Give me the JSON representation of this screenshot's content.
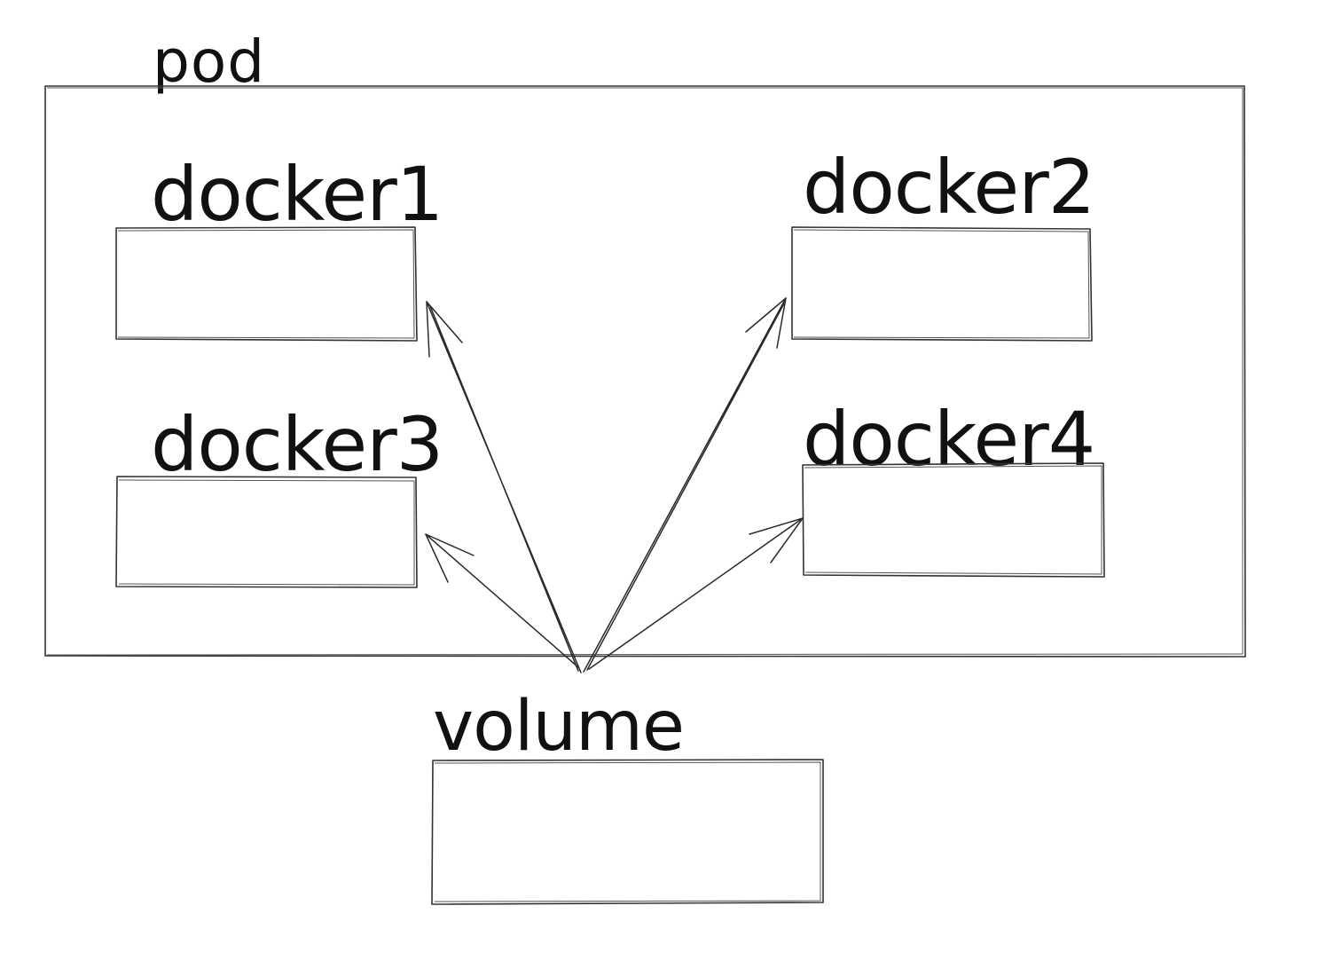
{
  "diagram": {
    "pod": {
      "label": "pod"
    },
    "containers": [
      {
        "label": "docker1"
      },
      {
        "label": "docker2"
      },
      {
        "label": "docker3"
      },
      {
        "label": "docker4"
      }
    ],
    "volume": {
      "label": "volume"
    },
    "colors": {
      "ink": "#111111",
      "stroke": "#333333",
      "background": "#ffffff"
    }
  }
}
